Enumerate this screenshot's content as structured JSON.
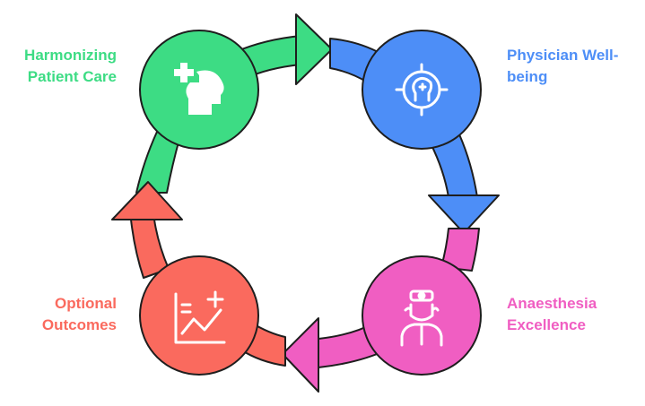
{
  "stages": [
    {
      "id": "harmonizing",
      "lines": [
        "Harmonizing",
        "Patient Care"
      ],
      "color": "#3ddc84",
      "icon": "head-plus-icon"
    },
    {
      "id": "physician",
      "lines": [
        "Physician Well-",
        "being"
      ],
      "color": "#4d8ef7",
      "icon": "head-target-icon"
    },
    {
      "id": "anaesthesia",
      "lines": [
        "Anaesthesia",
        "Excellence"
      ],
      "color": "#f05ec2",
      "icon": "doctor-icon"
    },
    {
      "id": "outcomes",
      "lines": [
        "Optional",
        "Outcomes"
      ],
      "color": "#fa6a5e",
      "icon": "chart-plus-icon"
    }
  ]
}
